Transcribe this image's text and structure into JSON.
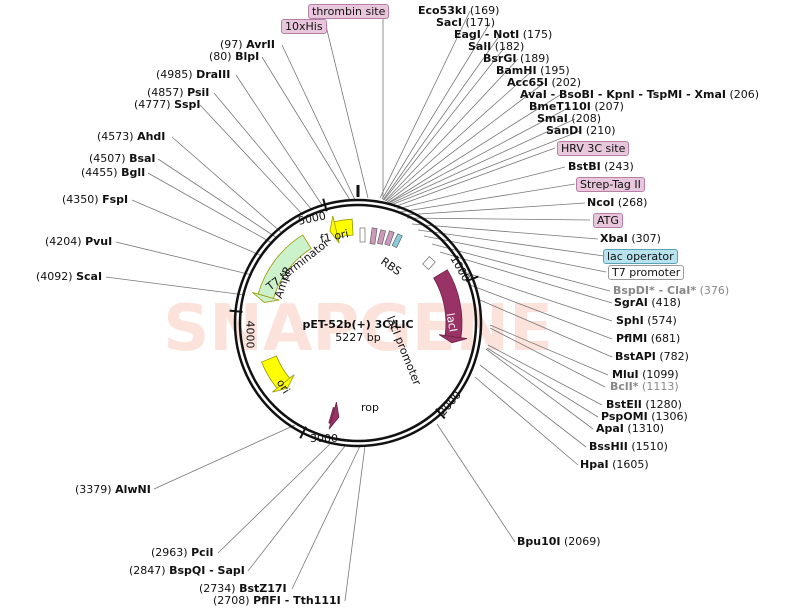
{
  "plasmid": {
    "name": "pET-52b(+) 3C/LIC",
    "length": "5227 bp",
    "total": 5227
  },
  "watermark": "SNAPGENE",
  "ticks": [
    "1000",
    "2000",
    "3000",
    "4000",
    "5000"
  ],
  "features": [
    {
      "name": "f1 ori",
      "color": "#ffff00",
      "start": 4980,
      "end": 5180,
      "dir": "rev"
    },
    {
      "name": "AmpR",
      "color": "#ccf2cc",
      "start": 4100,
      "end": 4760,
      "dir": "rev"
    },
    {
      "name": "ori",
      "color": "#ffff00",
      "start": 3300,
      "end": 3600,
      "dir": "rev"
    },
    {
      "name": "rop",
      "color": "#993366",
      "start": 2780,
      "end": 2850,
      "dir": "rev"
    },
    {
      "name": "lacI",
      "color": "#993366",
      "start": 860,
      "end": 1480,
      "dir": "fwd"
    }
  ],
  "feature_labels": {
    "t7_terminator": "T7 terminator",
    "rbs": "RBS",
    "laci_promoter": "lacI promoter",
    "f1ori": "f1 ori",
    "ampr": "AmpR",
    "ori": "ori",
    "rop": "rop",
    "laci": "lacI"
  },
  "sites_right": [
    {
      "name": "Eco53kI",
      "pos": "(169)"
    },
    {
      "name": "SacI",
      "pos": "(171)"
    },
    {
      "name": "EagI - NotI",
      "pos": "(175)"
    },
    {
      "name": "SalI",
      "pos": "(182)"
    },
    {
      "name": "BsrGI",
      "pos": "(189)"
    },
    {
      "name": "BamHI",
      "pos": "(195)"
    },
    {
      "name": "Acc65I",
      "pos": "(202)"
    },
    {
      "name": "AvaI - BsoBI - KpnI - TspMI - XmaI",
      "pos": "(206)"
    },
    {
      "name": "BmeT110I",
      "pos": "(207)"
    },
    {
      "name": "SmaI",
      "pos": "(208)"
    },
    {
      "name": "SanDI",
      "pos": "(210)"
    },
    {
      "name": "BstBI",
      "pos": "(243)"
    },
    {
      "name": "NcoI",
      "pos": "(268)"
    },
    {
      "name": "XbaI",
      "pos": "(307)"
    },
    {
      "name": "BspDI* - ClaI*",
      "pos": "(376)"
    },
    {
      "name": "SgrAI",
      "pos": "(418)"
    },
    {
      "name": "SphI",
      "pos": "(574)"
    },
    {
      "name": "PflMI",
      "pos": "(681)"
    },
    {
      "name": "BstAPI",
      "pos": "(782)"
    },
    {
      "name": "MluI",
      "pos": "(1099)"
    },
    {
      "name": "BclI*",
      "pos": "(1113)"
    },
    {
      "name": "BstEII",
      "pos": "(1280)"
    },
    {
      "name": "PspOMI",
      "pos": "(1306)"
    },
    {
      "name": "ApaI",
      "pos": "(1310)"
    },
    {
      "name": "BssHII",
      "pos": "(1510)"
    },
    {
      "name": "HpaI",
      "pos": "(1605)"
    },
    {
      "name": "Bpu10I",
      "pos": "(2069)"
    }
  ],
  "sites_left": [
    {
      "name": "AvrII",
      "pos": "(97)"
    },
    {
      "name": "BlpI",
      "pos": "(80)"
    },
    {
      "name": "DraIII",
      "pos": "(4985)"
    },
    {
      "name": "PsiI",
      "pos": "(4857)"
    },
    {
      "name": "SspI",
      "pos": "(4777)"
    },
    {
      "name": "AhdI",
      "pos": "(4573)"
    },
    {
      "name": "BsaI",
      "pos": "(4507)"
    },
    {
      "name": "BglI",
      "pos": "(4455)"
    },
    {
      "name": "FspI",
      "pos": "(4350)"
    },
    {
      "name": "PvuI",
      "pos": "(4204)"
    },
    {
      "name": "ScaI",
      "pos": "(4092)"
    },
    {
      "name": "AlwNI",
      "pos": "(3379)"
    },
    {
      "name": "PciI",
      "pos": "(2963)"
    },
    {
      "name": "BspQI - SapI",
      "pos": "(2847)"
    },
    {
      "name": "BstZ17I",
      "pos": "(2734)"
    },
    {
      "name": "PflFI - Tth111I",
      "pos": "(2708)"
    }
  ],
  "tags": [
    {
      "text": "thrombin site",
      "kind": "pink"
    },
    {
      "text": "10xHis",
      "kind": "pink"
    },
    {
      "text": "HRV 3C site",
      "kind": "pink"
    },
    {
      "text": "Strep-Tag II",
      "kind": "pink"
    },
    {
      "text": "ATG",
      "kind": "pink"
    },
    {
      "text": "lac operator",
      "kind": "blue"
    },
    {
      "text": "T7 promoter",
      "kind": "white"
    }
  ]
}
